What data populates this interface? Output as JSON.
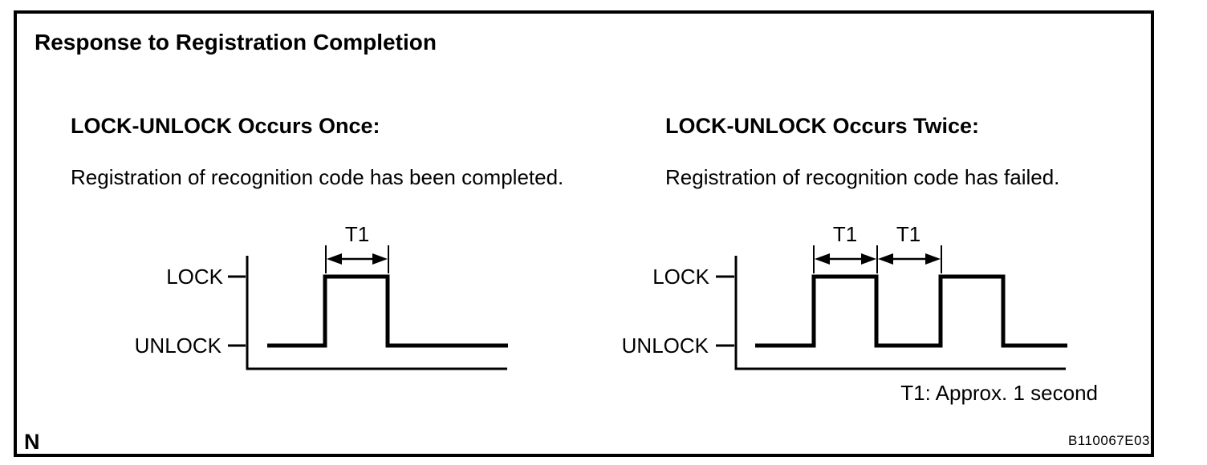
{
  "title": "Response to Registration Completion",
  "panels": [
    {
      "heading": "LOCK-UNLOCK Occurs Once:",
      "description": "Registration of recognition code has been completed.",
      "high_label": "LOCK",
      "low_label": "UNLOCK",
      "t1_first": "T1"
    },
    {
      "heading": "LOCK-UNLOCK Occurs Twice:",
      "description": "Registration of recognition code has failed.",
      "high_label": "LOCK",
      "low_label": "UNLOCK",
      "t1_first": "T1",
      "t1_second": "T1"
    }
  ],
  "footnote": "T1: Approx. 1 second",
  "page_marker": "N",
  "figure_code": "B110067E03",
  "waveform_data": {
    "type": "timing-diagram",
    "levels": [
      "LOCK",
      "UNLOCK"
    ],
    "panels": [
      {
        "pulse_count": 1,
        "sequence": [
          "UNLOCK",
          "LOCK for T1",
          "UNLOCK"
        ],
        "t1_annotations": 1
      },
      {
        "pulse_count": 2,
        "sequence": [
          "UNLOCK",
          "LOCK for T1",
          "UNLOCK for T1",
          "LOCK",
          "UNLOCK"
        ],
        "t1_annotations": 2
      }
    ],
    "t1_definition": "T1: Approx. 1 second"
  },
  "colors": {
    "ink": "#000000",
    "paper": "#ffffff"
  }
}
